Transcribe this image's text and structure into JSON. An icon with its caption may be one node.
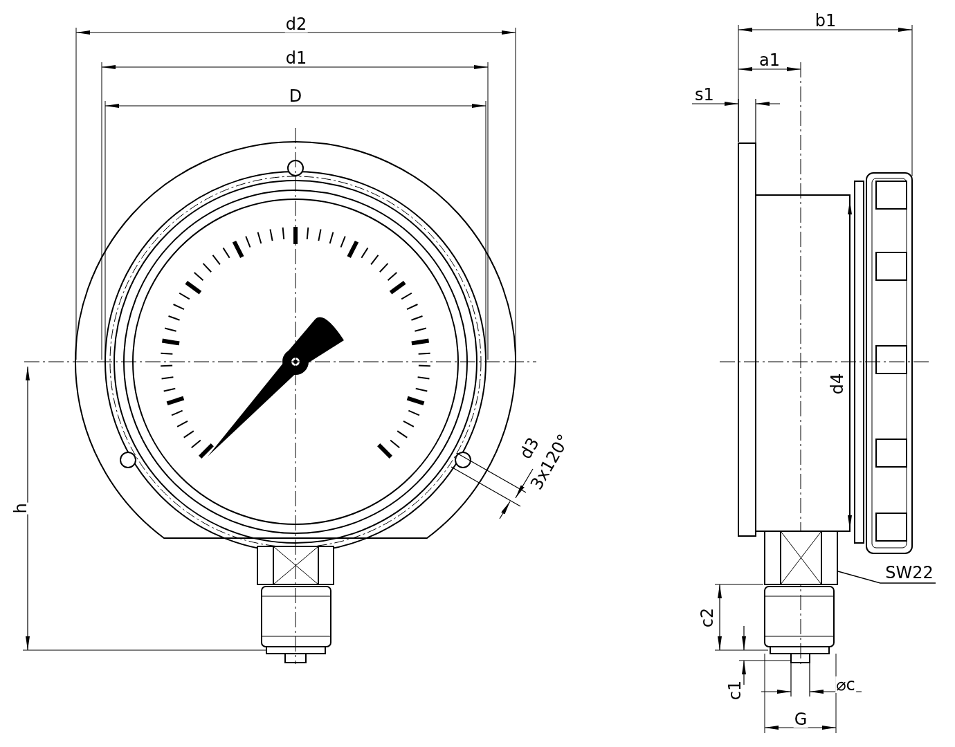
{
  "diagram": {
    "nodes": [
      {
        "text": [
          "SW22"
        ]
      },
      {
        "text": [],
        "shape": "box"
      }
    ],
    "edges": [
      {
        "from": 0,
        "to": 1,
        "arrow": "none"
      }
    ],
    "labels": [
      "d2",
      "d1",
      "D",
      "h",
      "d3",
      "3x120°",
      "b1",
      "a1",
      "s1",
      "d4",
      "c2",
      "c1",
      "⌀c",
      "G"
    ]
  }
}
